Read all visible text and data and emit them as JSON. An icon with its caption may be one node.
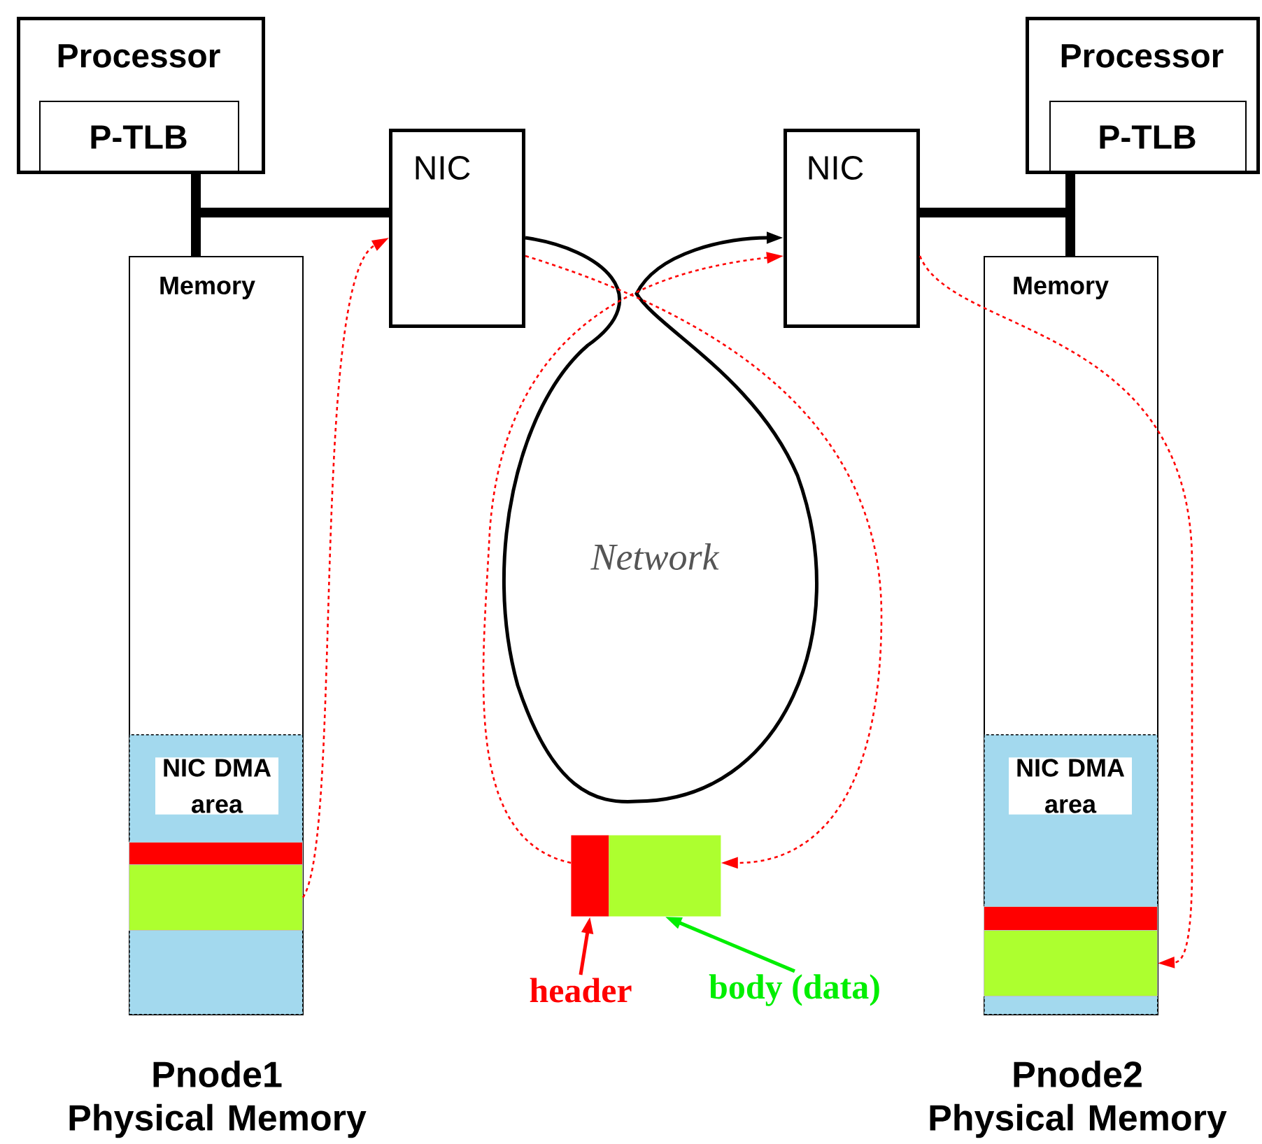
{
  "diagram": {
    "nodes": [
      {
        "text": [
          "Processor"
        ]
      },
      {
        "text": [
          "P-TLB"
        ],
        "in": 0
      },
      {
        "text": [
          "NIC"
        ]
      },
      {
        "text": [
          "NIC"
        ]
      },
      {
        "text": [
          "Processor"
        ]
      },
      {
        "text": [
          "P-TLB"
        ],
        "in": 4
      },
      {
        "text": [
          "Memory"
        ],
        "beside": [
          "Pnode1 Physical Memory"
        ]
      },
      {
        "text": [
          "NIC DMA area"
        ],
        "in": 6
      },
      {
        "text": [],
        "shape": "bar",
        "in": 7
      },
      {
        "text": [],
        "shape": "bar",
        "in": 7
      },
      {
        "text": [
          "Memory"
        ],
        "beside": [
          "Pnode2 Physical Memory"
        ]
      },
      {
        "text": [
          "NIC DMA area"
        ],
        "in": 10
      },
      {
        "text": [],
        "shape": "bar",
        "in": 11
      },
      {
        "text": [],
        "shape": "bar",
        "in": 11
      },
      {
        "text": [],
        "shape": "box"
      },
      {
        "text": [],
        "shape": "box"
      },
      {
        "text": [
          "header"
        ]
      },
      {
        "text": [
          "body (data)"
        ]
      }
    ],
    "edges": [
      {
        "from": 0,
        "to": 2,
        "arrow": "none",
        "style": "thick"
      },
      {
        "from": 6,
        "to": 2,
        "arrow": "none",
        "style": "thick"
      },
      {
        "from": 4,
        "to": 3,
        "arrow": "none",
        "style": "thick"
      },
      {
        "from": 10,
        "to": 3,
        "arrow": "none",
        "style": "thick"
      },
      {
        "from": 2,
        "to": 3,
        "arrow": "to"
      },
      {
        "from": 9,
        "to": 2,
        "arrow": "to",
        "style": "dashed",
        "color": "#ff0000"
      },
      {
        "from": 2,
        "to": 15,
        "arrow": "to",
        "style": "dashed",
        "color": "#ff0000"
      },
      {
        "from": 14,
        "to": 3,
        "arrow": "to",
        "style": "dashed",
        "color": "#ff0000"
      },
      {
        "from": 3,
        "to": 13,
        "arrow": "to",
        "style": "dashed",
        "color": "#ff0000"
      },
      {
        "from": 16,
        "to": 14,
        "arrow": "to",
        "color": "#ff0000"
      },
      {
        "from": 17,
        "to": 15,
        "arrow": "to",
        "color": "#00ee00"
      }
    ],
    "labels": [
      "Network"
    ]
  }
}
